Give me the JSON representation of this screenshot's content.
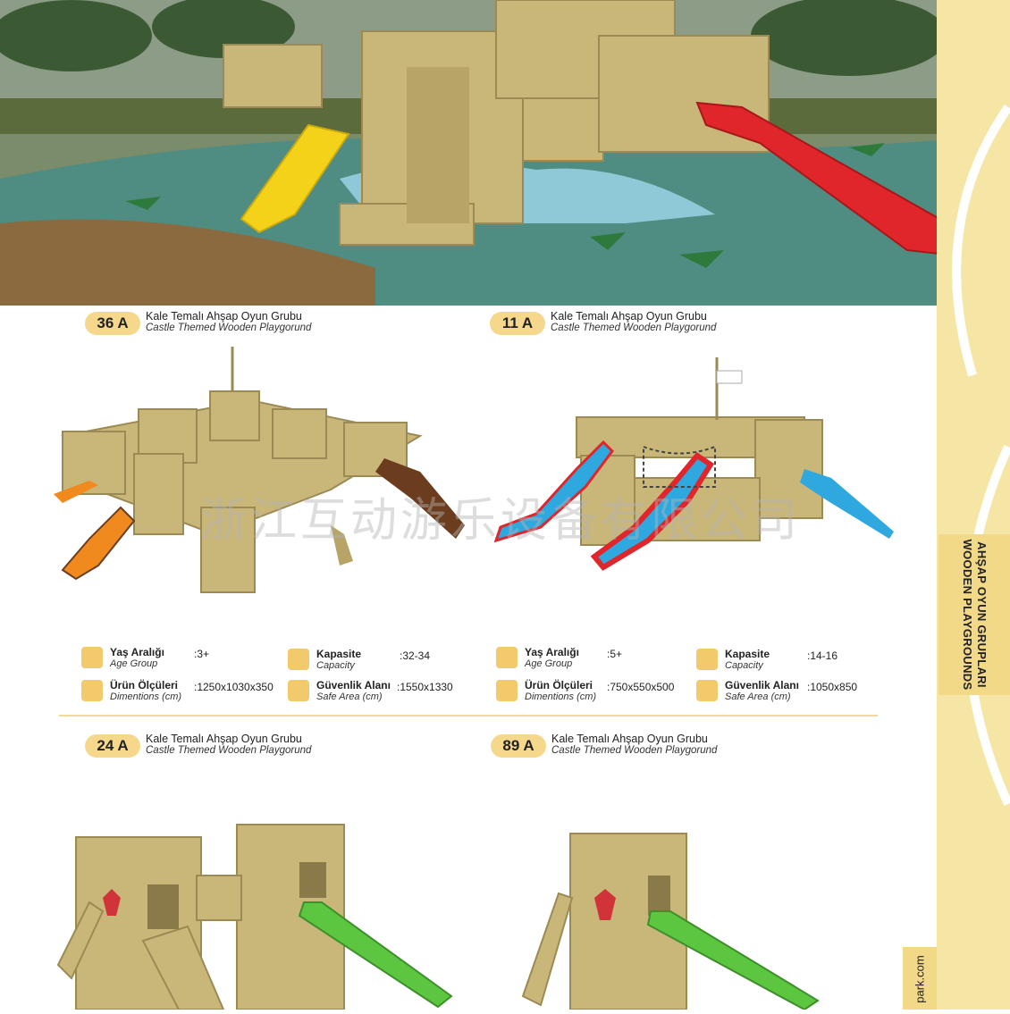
{
  "sidebar": {
    "line1": "AHŞAP OYUN GRUPLARI",
    "line2": "WOODEN PLAYGROUNDS",
    "website": "park.com"
  },
  "watermark": "浙江互动游乐设备有限公司",
  "products": [
    {
      "code": "36 A",
      "title_tr": "Kale Temalı Ahşap Oyun Grubu",
      "title_en": "Castle Themed Wooden Playgorund",
      "specs": {
        "age": {
          "label": "Yaş Aralığı",
          "sub": "Age Group",
          "value": ":3+"
        },
        "capacity": {
          "label": "Kapasite",
          "sub": "Capacity",
          "value": ":32-34"
        },
        "dimensions": {
          "label": "Ürün Ölçüleri",
          "sub": "Dimentions (cm)",
          "value": ":1250x1030x350"
        },
        "safe_area": {
          "label": "Güvenlik Alanı",
          "sub": "Safe Area (cm)",
          "value": ":1550x1330"
        }
      }
    },
    {
      "code": "11 A",
      "title_tr": "Kale Temalı Ahşap Oyun Grubu",
      "title_en": "Castle Themed Wooden Playgorund",
      "specs": {
        "age": {
          "label": "Yaş Aralığı",
          "sub": "Age Group",
          "value": ":5+"
        },
        "capacity": {
          "label": "Kapasite",
          "sub": "Capacity",
          "value": ":14-16"
        },
        "dimensions": {
          "label": "Ürün Ölçüleri",
          "sub": "Dimentions (cm)",
          "value": ":750x550x500"
        },
        "safe_area": {
          "label": "Güvenlik Alanı",
          "sub": "Safe Area (cm)",
          "value": ":1050x850"
        }
      }
    },
    {
      "code": "24 A",
      "title_tr": "Kale Temalı Ahşap Oyun Grubu",
      "title_en": "Castle Themed Wooden Playgorund"
    },
    {
      "code": "89 A",
      "title_tr": "Kale Temalı Ahşap Oyun Grubu",
      "title_en": "Castle Themed Wooden Playgorund"
    }
  ],
  "colors": {
    "accent": "#f6d88d",
    "slide_red": "#e0252b",
    "slide_yellow": "#f4d21a",
    "slide_blue": "#2fa8e0",
    "slide_green": "#5cc640",
    "wood": "#c9b77a"
  }
}
